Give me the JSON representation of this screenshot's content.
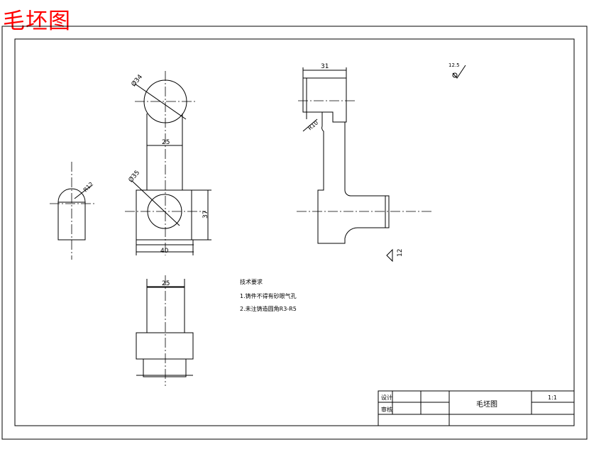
{
  "title": "毛坯图",
  "colors": {
    "title": "#ff0000",
    "line": "#000000",
    "background": "#ffffff"
  },
  "dimensions": {
    "d_top_circle": "Ø34",
    "width_arm": "25",
    "d_mid_circle": "Ø35",
    "height_block": "37",
    "width_block": "40",
    "radius_small": "R12",
    "width_side_top": "31",
    "radius_side": "R10",
    "width_bottom": "25"
  },
  "roughness": {
    "general": "12.5",
    "side": "12"
  },
  "notes": {
    "heading": "技术要求",
    "line1": "1.铸件不得有砂眼气孔",
    "line2": "2.未注铸造圆角R3-R5"
  },
  "title_block": {
    "design_label": "设计",
    "check_label": "审核",
    "drawing_name": "毛坯图",
    "scale": "1:1"
  }
}
